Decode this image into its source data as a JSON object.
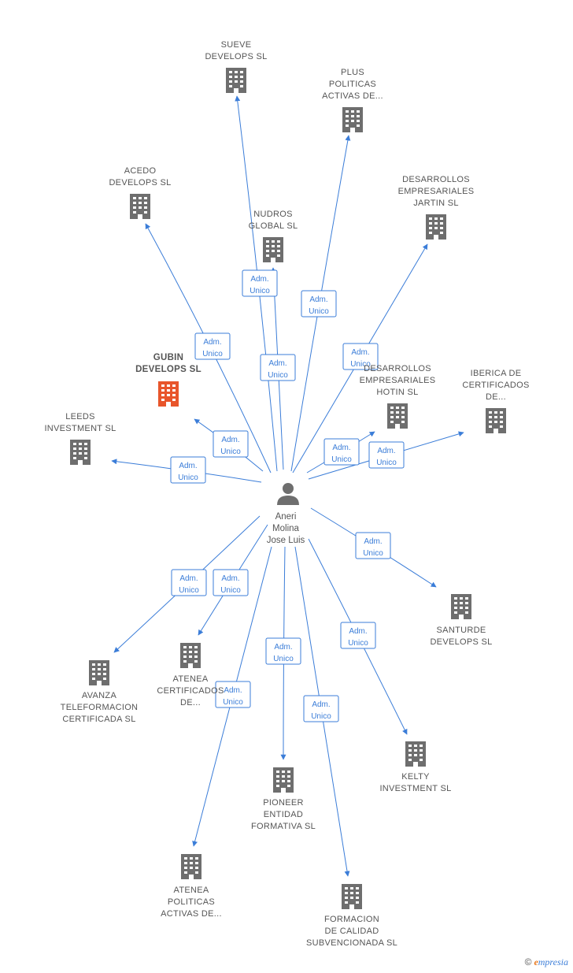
{
  "center": {
    "label": [
      "Aneri",
      "Molina",
      "Jose Luis"
    ],
    "icon": "person-icon"
  },
  "badge_lines": [
    "Adm.",
    "Unico"
  ],
  "colors": {
    "edge": "#3b7dd8",
    "building": "#6e6e6e",
    "highlight": "#e8552b",
    "text": "#555555"
  },
  "nodes": [
    {
      "id": "sueve",
      "lines": [
        "SUEVE",
        "DEVELOPS SL"
      ]
    },
    {
      "id": "plus",
      "lines": [
        "PLUS",
        "POLITICAS",
        "ACTIVAS DE..."
      ]
    },
    {
      "id": "acedo",
      "lines": [
        "ACEDO",
        "DEVELOPS SL"
      ]
    },
    {
      "id": "desarrollos-jartin",
      "lines": [
        "DESARROLLOS",
        "EMPRESARIALES",
        "JARTIN SL"
      ]
    },
    {
      "id": "nudros",
      "lines": [
        "NUDROS",
        "GLOBAL SL"
      ]
    },
    {
      "id": "gubin",
      "lines": [
        "GUBIN",
        "DEVELOPS SL"
      ],
      "highlight": true
    },
    {
      "id": "desarrollos-hotin",
      "lines": [
        "DESARROLLOS",
        "EMPRESARIALES",
        "HOTIN SL"
      ]
    },
    {
      "id": "iberica",
      "lines": [
        "IBERICA DE",
        "CERTIFICADOS",
        "DE..."
      ]
    },
    {
      "id": "leeds",
      "lines": [
        "LEEDS",
        "INVESTMENT SL"
      ]
    },
    {
      "id": "santurde",
      "lines": [
        "SANTURDE",
        "DEVELOPS SL"
      ]
    },
    {
      "id": "avanza",
      "lines": [
        "AVANZA",
        "TELEFORMACION",
        "CERTIFICADA SL"
      ]
    },
    {
      "id": "atenea-cert",
      "lines": [
        "ATENEA",
        "CERTIFICADOS",
        "DE..."
      ]
    },
    {
      "id": "kelty",
      "lines": [
        "KELTY",
        "INVESTMENT SL"
      ]
    },
    {
      "id": "pioneer",
      "lines": [
        "PIONEER",
        "ENTIDAD",
        "FORMATIVA SL"
      ]
    },
    {
      "id": "atenea-pol",
      "lines": [
        "ATENEA",
        "POLITICAS",
        "ACTIVAS DE..."
      ]
    },
    {
      "id": "formacion",
      "lines": [
        "FORMACION",
        "DE CALIDAD",
        "SUBVENCIONADA SL"
      ]
    }
  ],
  "brand": {
    "copyright": "©",
    "initial": "e",
    "rest": "mpresia"
  }
}
